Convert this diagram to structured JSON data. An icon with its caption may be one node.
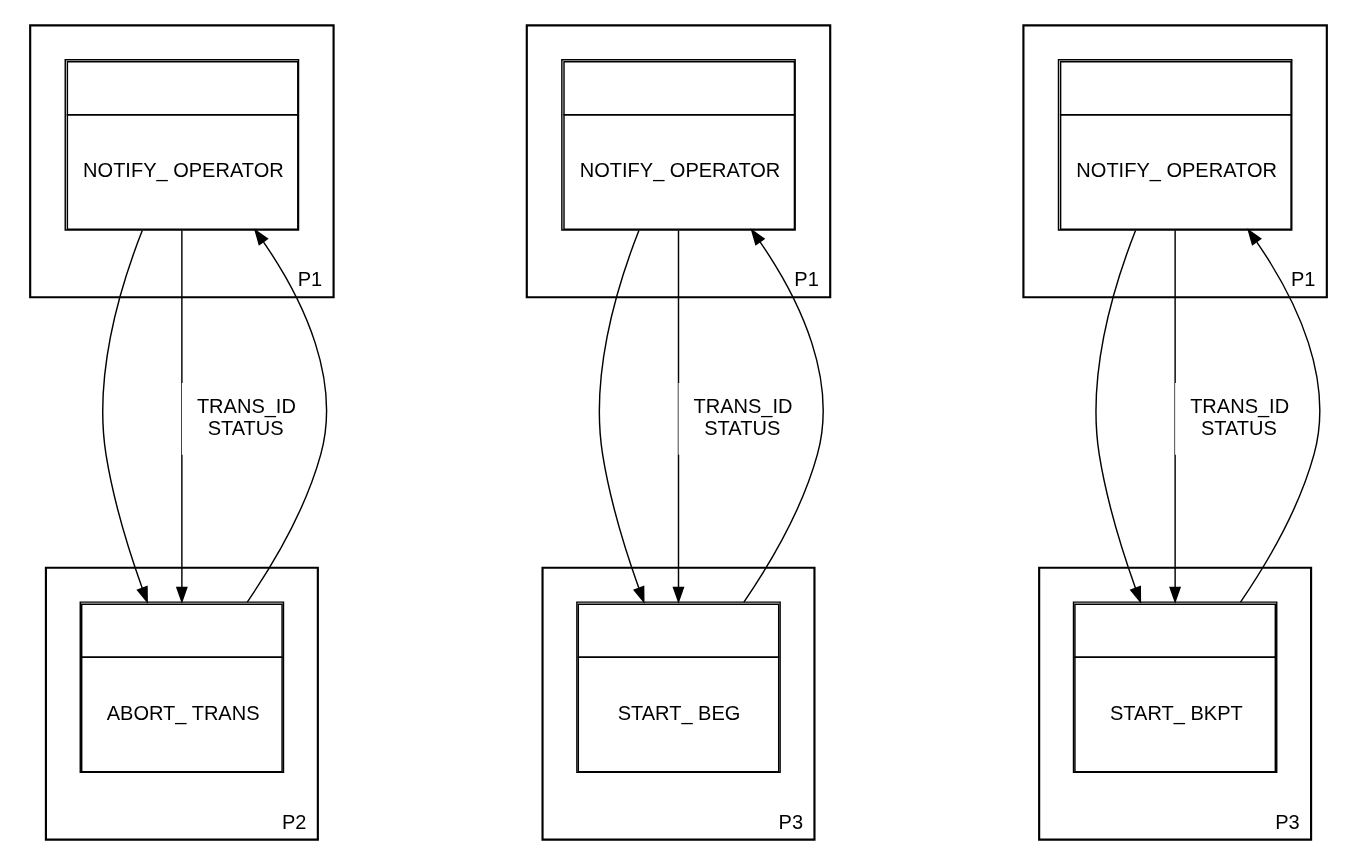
{
  "diagram": {
    "nodes": [
      {
        "text": [
          "P1"
        ]
      },
      {
        "text": [
          "NOTIFY_ OPERATOR"
        ],
        "in": 0
      },
      {
        "text": [
          "P2"
        ]
      },
      {
        "text": [
          "ABORT_ TRANS"
        ],
        "in": 2
      },
      {
        "text": [
          "P1"
        ]
      },
      {
        "text": [
          "NOTIFY_ OPERATOR"
        ],
        "in": 4
      },
      {
        "text": [
          "P3"
        ]
      },
      {
        "text": [
          "START_ BEG"
        ],
        "in": 6
      },
      {
        "text": [
          "P1"
        ]
      },
      {
        "text": [
          "NOTIFY_ OPERATOR"
        ],
        "in": 8
      },
      {
        "text": [
          "P3"
        ]
      },
      {
        "text": [
          "START_ BKPT"
        ],
        "in": 10
      }
    ],
    "edges": [
      {
        "from": 3,
        "to": 1,
        "arrow": "to"
      },
      {
        "from": 1,
        "to": 3,
        "arrow": "to"
      },
      {
        "from": 1,
        "to": 3,
        "arrow": "to",
        "label": "TRANS_ID STATUS"
      },
      {
        "from": 7,
        "to": 5,
        "arrow": "to"
      },
      {
        "from": 5,
        "to": 7,
        "arrow": "to"
      },
      {
        "from": 5,
        "to": 7,
        "arrow": "to",
        "label": "TRANS_ID STATUS"
      },
      {
        "from": 11,
        "to": 9,
        "arrow": "to"
      },
      {
        "from": 9,
        "to": 11,
        "arrow": "to"
      },
      {
        "from": 9,
        "to": 11,
        "arrow": "to",
        "label": "TRANS_ID STATUS"
      }
    ]
  }
}
